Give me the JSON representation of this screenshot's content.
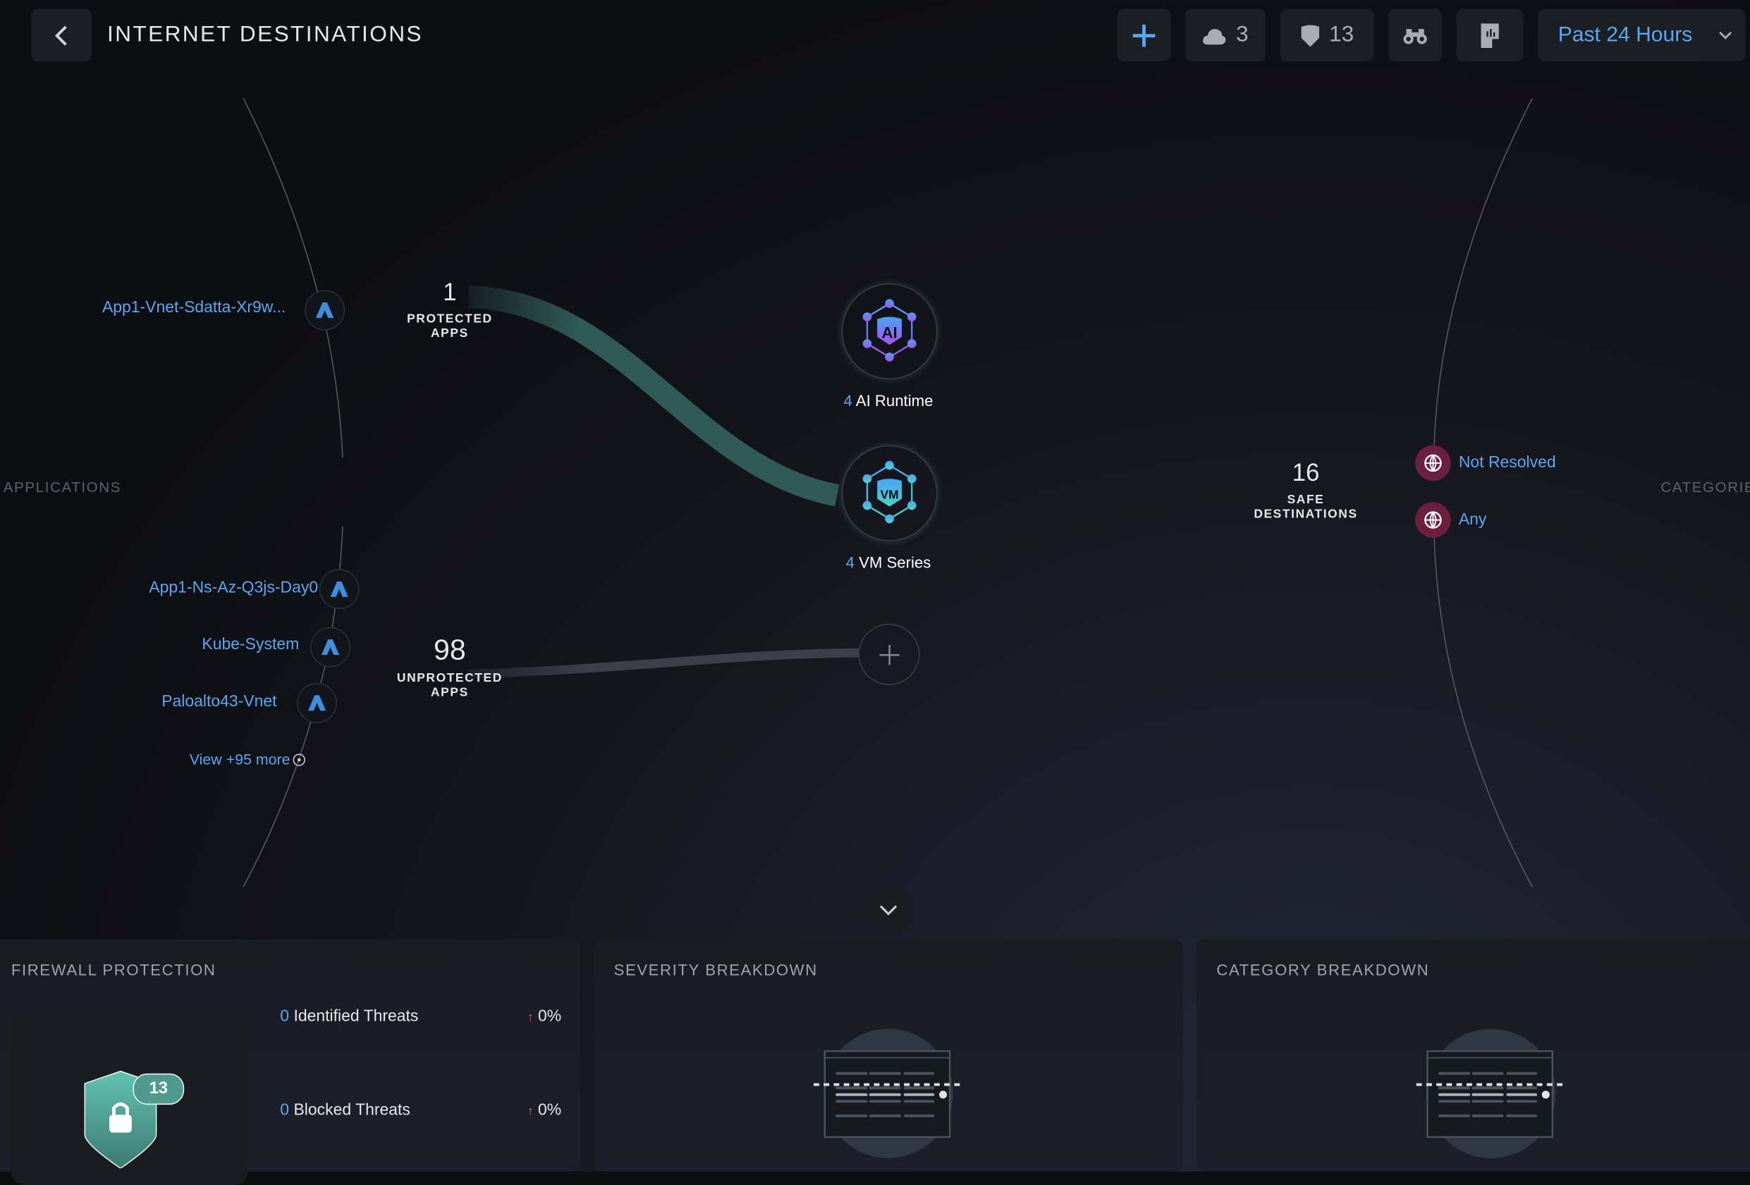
{
  "header": {
    "title": "INTERNET DESTINATIONS",
    "cloud_count": "3",
    "shield_count": "13",
    "time_range": "Past 24 Hours"
  },
  "side_labels": {
    "left": "APPLICATIONS",
    "right": "CATEGORIES"
  },
  "applications": [
    {
      "name": "App1-Vnet-Sdatta-Xr9w...",
      "icon": "azure-icon"
    },
    {
      "name": "App1-Ns-Az-Q3js-Day0",
      "icon": "azure-icon"
    },
    {
      "name": "Kube-System",
      "icon": "azure-icon"
    },
    {
      "name": "Paloalto43-Vnet",
      "icon": "azure-icon"
    }
  ],
  "view_more": "View +95 more",
  "protected": {
    "count": "1",
    "label": "PROTECTED APPS"
  },
  "unprotected": {
    "count": "98",
    "label": "UNPROTECTED APPS"
  },
  "nodes": [
    {
      "count": "4",
      "label": "AI Runtime",
      "badge": "AI"
    },
    {
      "count": "4",
      "label": "VM Series",
      "badge": "VM"
    }
  ],
  "safe": {
    "count": "16",
    "label": "SAFE DESTINATIONS"
  },
  "categories": [
    {
      "name": "Not Resolved"
    },
    {
      "name": "Any"
    }
  ],
  "firewall": {
    "title": "FIREWALL PROTECTION",
    "badge": "13",
    "rows": [
      {
        "value": "0",
        "label": "Identified Threats",
        "change": "0%"
      },
      {
        "value": "0",
        "label": "Blocked Threats",
        "change": "0%"
      }
    ]
  },
  "severity": {
    "title": "SEVERITY BREAKDOWN"
  },
  "category_breakdown": {
    "title": "CATEGORY BREAKDOWN"
  },
  "colors": {
    "accent": "#5aa7f2",
    "flow": "#2f5a55",
    "category": "#6b1f3f",
    "up_arrow": "#e0666a"
  }
}
